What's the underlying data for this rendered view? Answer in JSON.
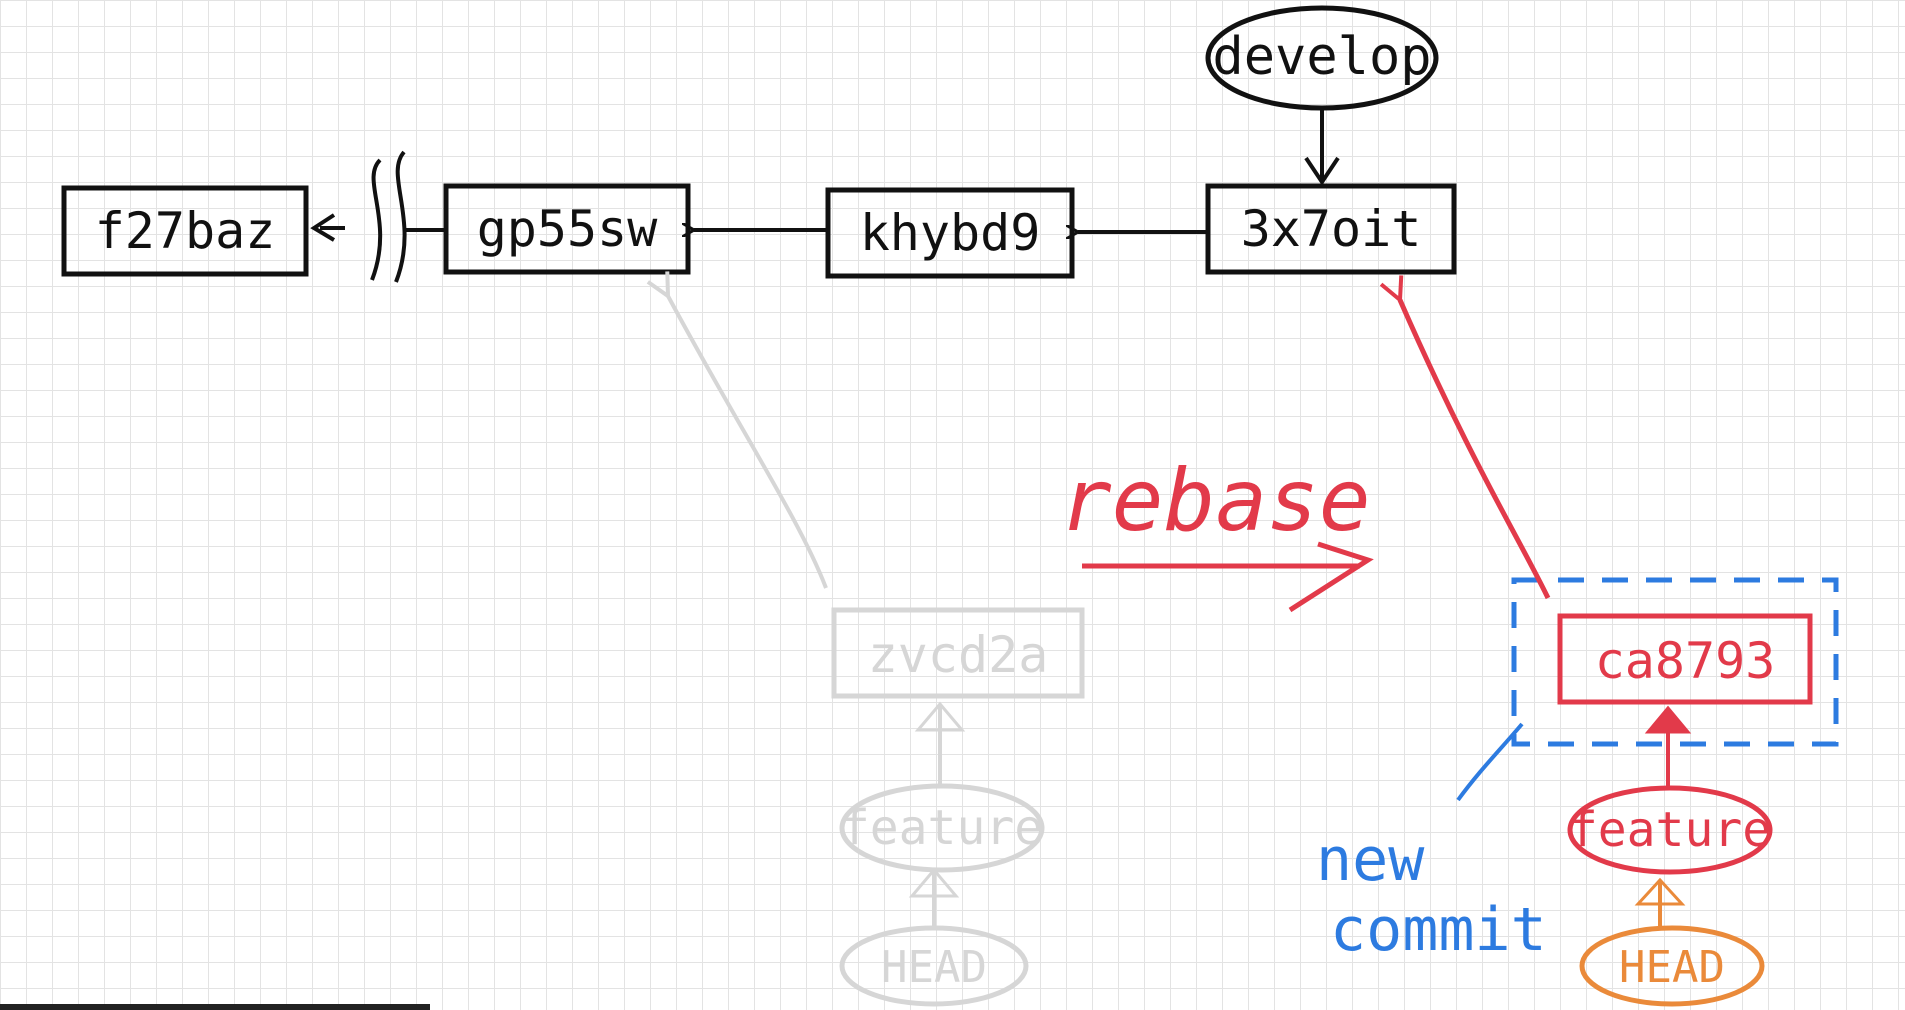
{
  "colors": {
    "ink": "#111111",
    "ghost": "#d6d6d6",
    "red": "#e23a4a",
    "blue": "#2d7be0",
    "orange": "#ea8a3a"
  },
  "commits": {
    "c1": "f27baz",
    "c2": "gp55sw",
    "c3": "khybd9",
    "c4": "3x7oit",
    "old": "zvcd2a",
    "new": "ca8793"
  },
  "refs": {
    "develop": "develop",
    "feature_old": "feature",
    "head_old": "HEAD",
    "feature_new": "feature",
    "head_new": "HEAD"
  },
  "annotations": {
    "rebase": "rebase",
    "new_commit_1": "new",
    "new_commit_2": "commit"
  }
}
